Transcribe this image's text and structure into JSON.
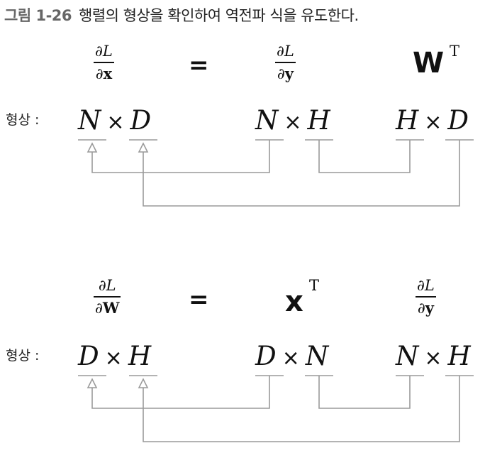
{
  "caption": {
    "number": "그림 1-26",
    "text": "행렬의 형상을 확인하여 역전파 식을 유도한다."
  },
  "eq1": {
    "lhs": {
      "partial": "∂",
      "num_var": "L",
      "den_var": "x"
    },
    "equals": "=",
    "mid": {
      "partial": "∂",
      "num_var": "L",
      "den_var": "y"
    },
    "rhs": {
      "matrix": "W",
      "sup": "T"
    },
    "shape_label": "형상 :",
    "shapes": [
      {
        "a": "N",
        "times": "×",
        "b": "D"
      },
      {
        "a": "N",
        "times": "×",
        "b": "H"
      },
      {
        "a": "H",
        "times": "×",
        "b": "D"
      }
    ]
  },
  "eq2": {
    "lhs": {
      "partial": "∂",
      "num_var": "L",
      "den_var": "W"
    },
    "equals": "=",
    "mid": {
      "matrix": "x",
      "sup": "T"
    },
    "rhs": {
      "partial": "∂",
      "num_var": "L",
      "den_var": "y"
    },
    "shape_label": "형상 :",
    "shapes": [
      {
        "a": "D",
        "times": "×",
        "b": "H"
      },
      {
        "a": "D",
        "times": "×",
        "b": "N"
      },
      {
        "a": "N",
        "times": "×",
        "b": "H"
      }
    ]
  },
  "colors": {
    "text": "#111111",
    "connector": "#9a9a9a",
    "caption_number": "#666666"
  }
}
